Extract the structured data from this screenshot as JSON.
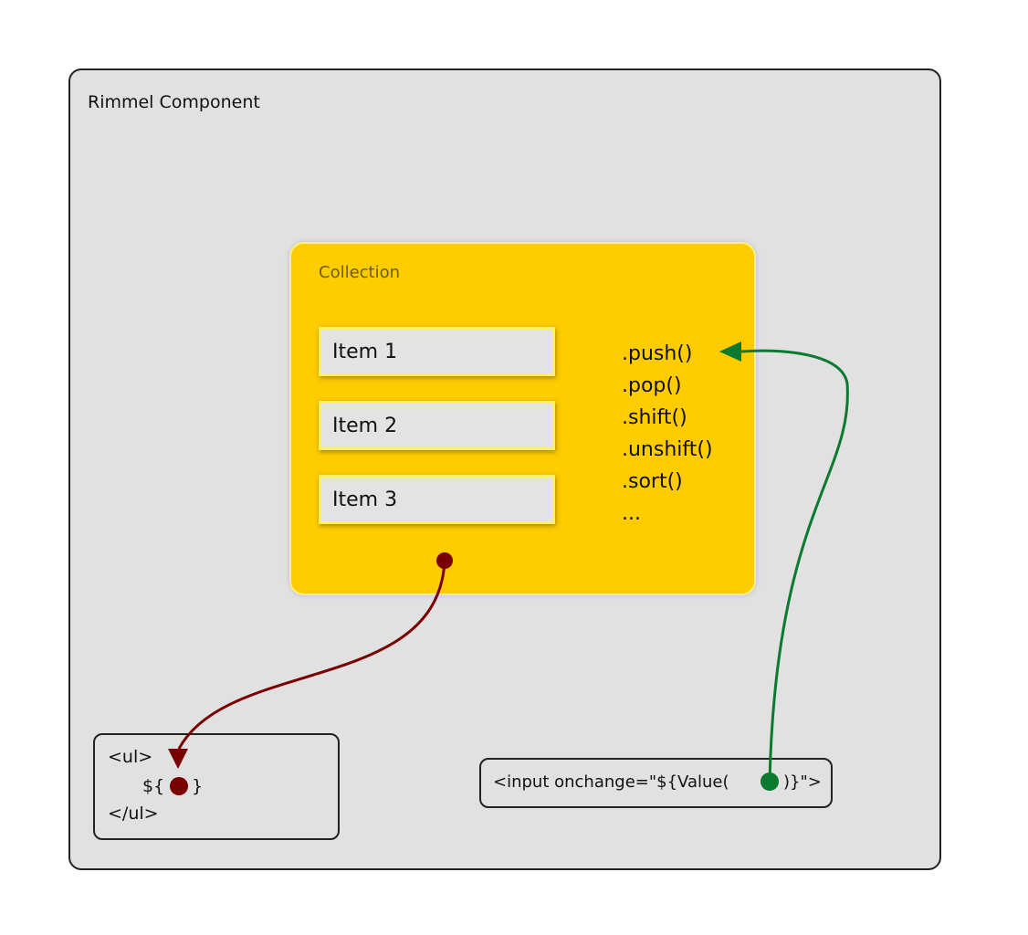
{
  "component": {
    "title": "Rimmel Component"
  },
  "collection": {
    "title": "Collection",
    "items": [
      "Item 1",
      "Item 2",
      "Item 3"
    ],
    "methods": [
      ".push()",
      ".pop()",
      ".shift()",
      ".unshift()",
      ".sort()",
      "..."
    ]
  },
  "ul_template": {
    "open": "<ul>",
    "interp_open": "${",
    "interp_close": "}",
    "close": "</ul>"
  },
  "input_template": {
    "prefix": "<input onchange=\"${Value(",
    "suffix": ")}\">"
  },
  "colors": {
    "component_bg": "#e1e1e1",
    "collection_bg": "#fecc00",
    "item_bg": "#e3e3e3",
    "render_arrow": "#7a0000",
    "input_arrow": "#0a7a30"
  }
}
